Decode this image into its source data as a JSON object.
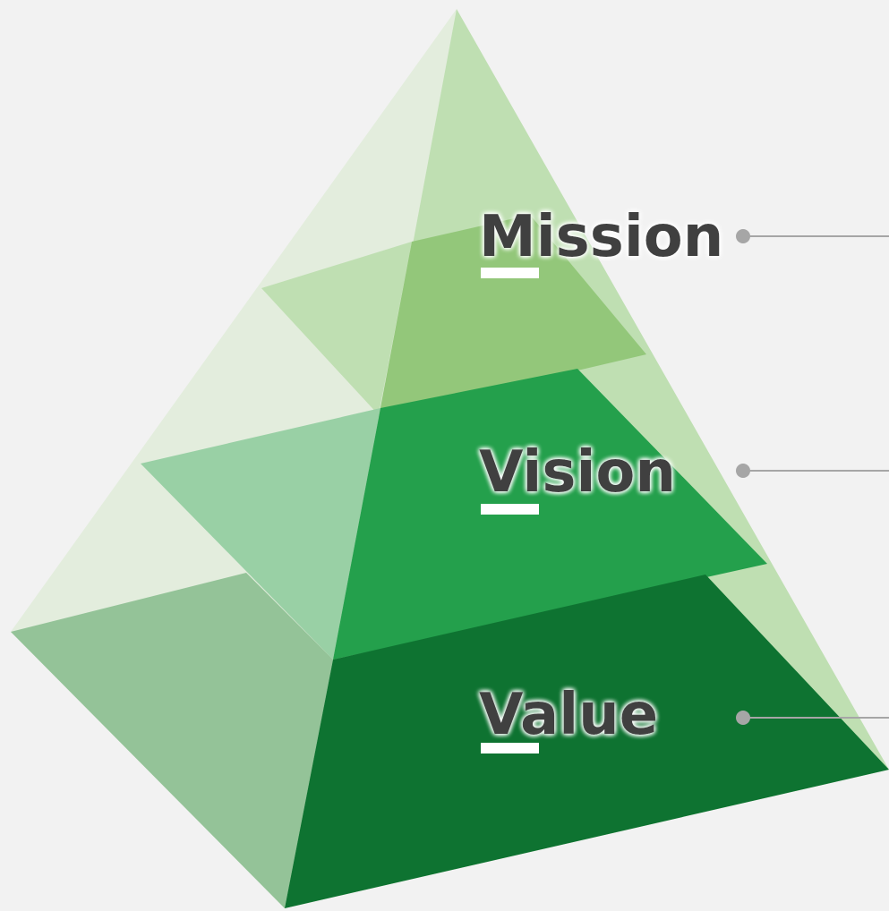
{
  "tiers": [
    {
      "label": "Mission"
    },
    {
      "label": "Vision"
    },
    {
      "label": "Value"
    }
  ],
  "colors": {
    "background": "#f2f2f2",
    "top_tier": "#93c77a",
    "middle_tier": "#24a04c",
    "bottom_tier": "#0e7331",
    "label_text": "#3f3f3f",
    "connector": "#a6a6a6",
    "underline": "#ffffff"
  }
}
